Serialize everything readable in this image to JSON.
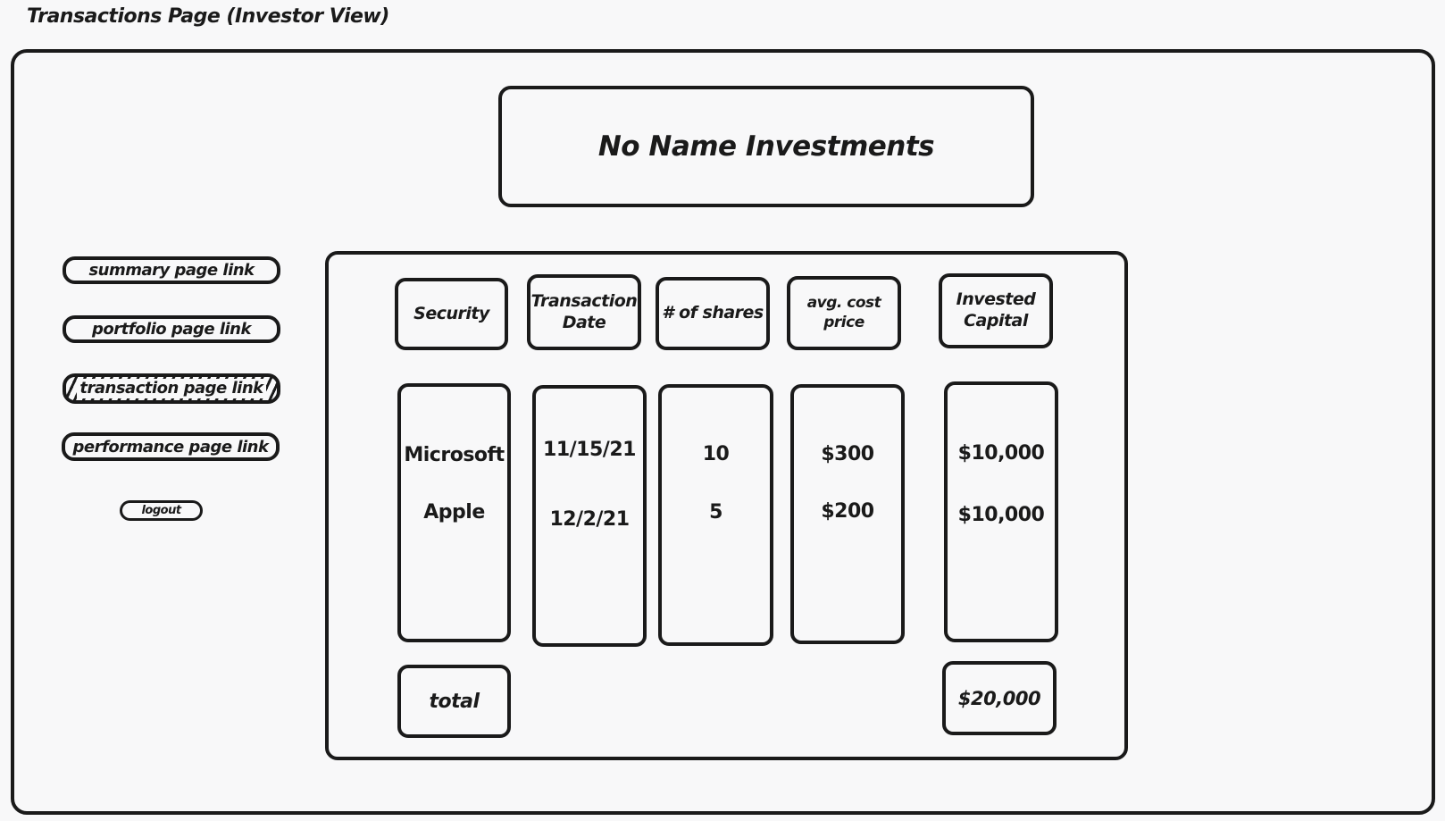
{
  "page": {
    "frame_title": "Transactions Page (Investor View)",
    "brand": "No Name Investments"
  },
  "nav": {
    "summary": "summary page link",
    "portfolio": "portfolio page link",
    "transaction": "transaction page link",
    "performance": "performance page link",
    "logout": "logout"
  },
  "table": {
    "headers": [
      "Security",
      "Transaction Date",
      "# of shares",
      "avg. cost price",
      "Invested Capital"
    ],
    "rows": [
      [
        "Microsoft",
        "11/15/21",
        "10",
        "$300",
        "$10,000"
      ],
      [
        "Apple",
        "12/2/21",
        "5",
        "$200",
        "$10,000"
      ]
    ],
    "footer_label": "total",
    "footer_total": "$20,000"
  }
}
